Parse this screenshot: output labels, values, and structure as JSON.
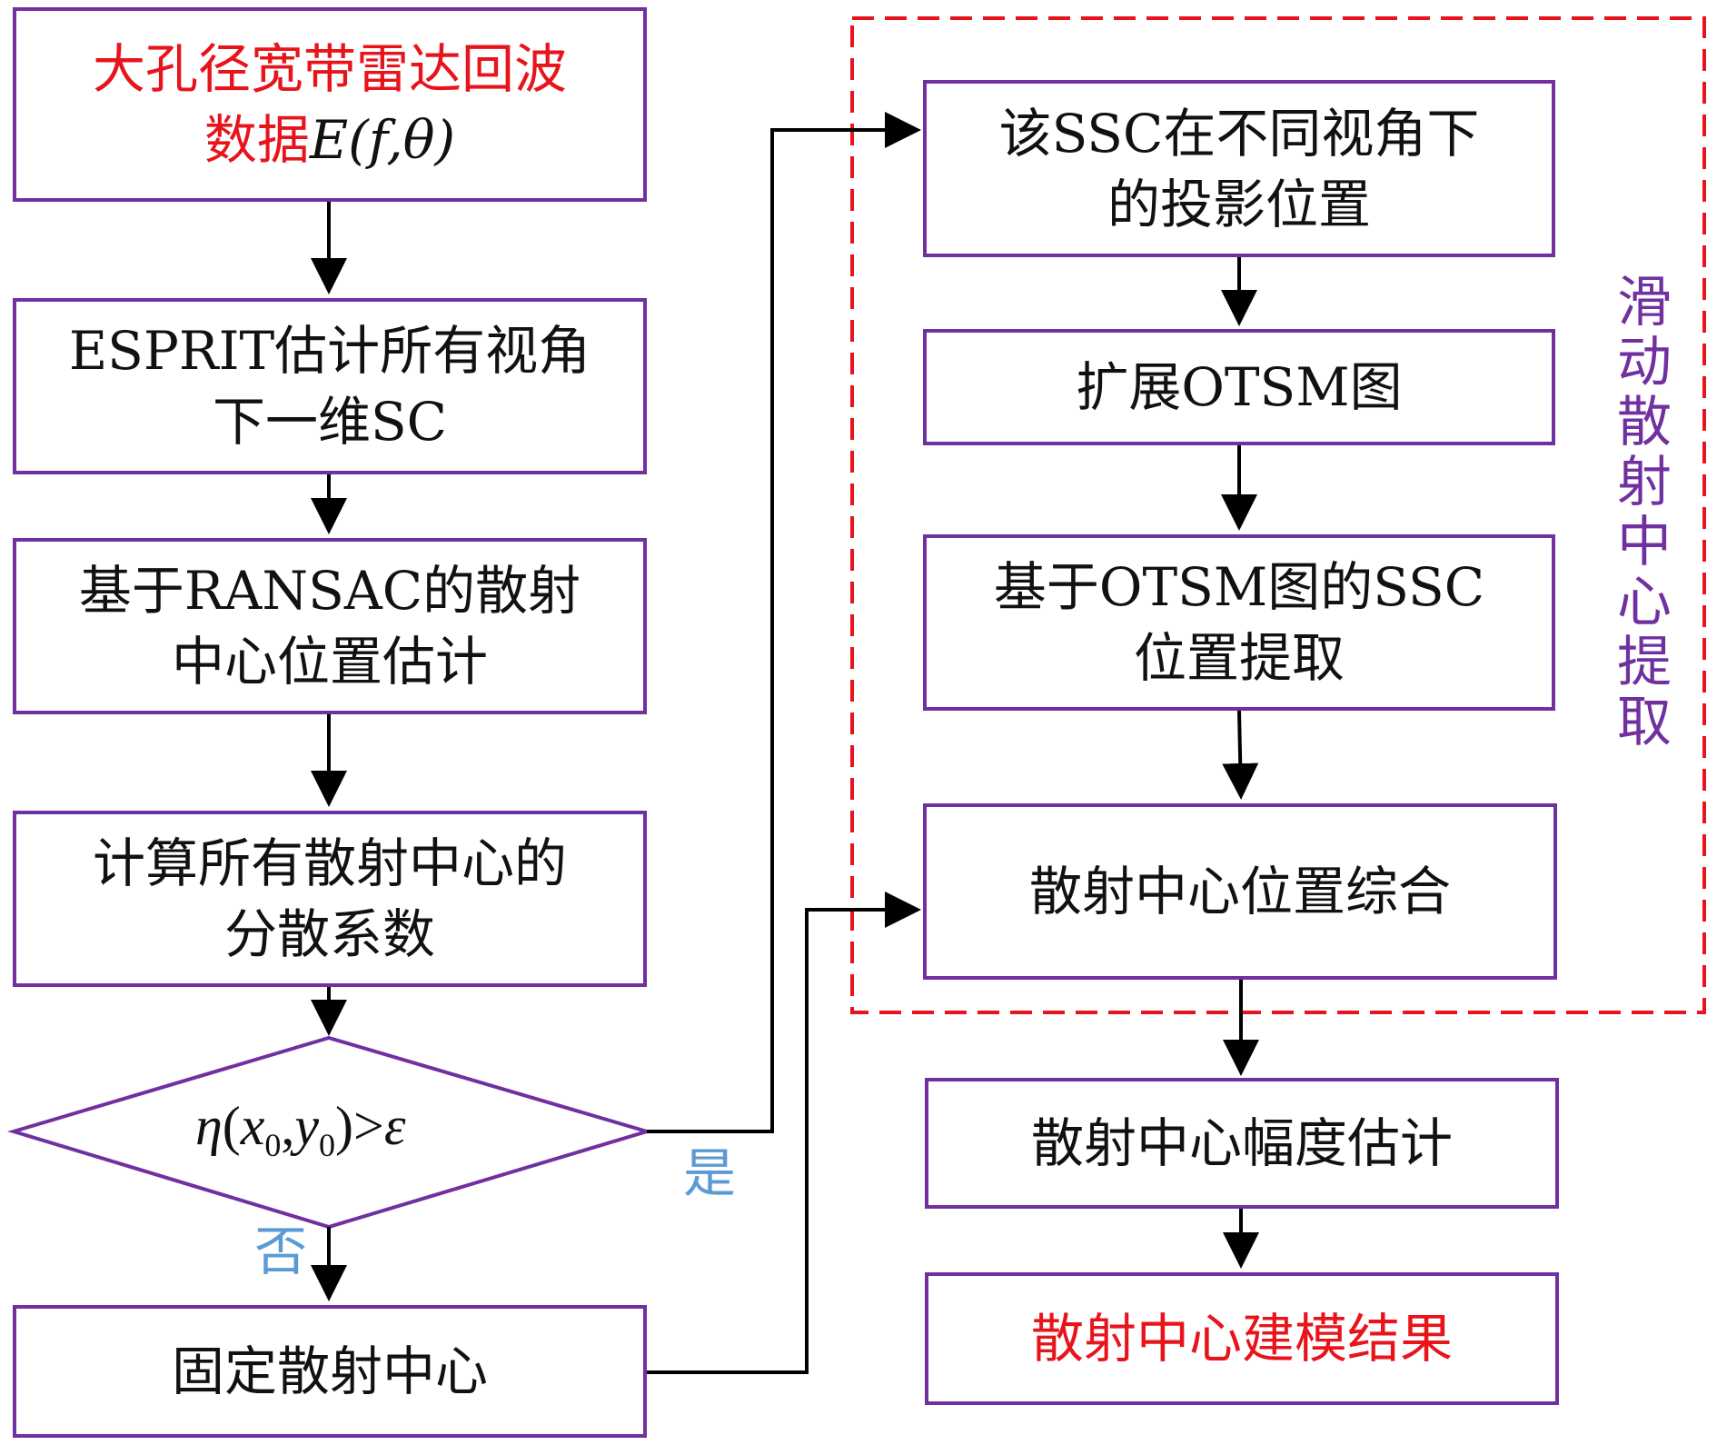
{
  "left": {
    "b1": {
      "line1": "大孔径宽带雷达回波",
      "line2_text": "数据",
      "line2_math": "E(f,θ)"
    },
    "b2": {
      "line1": "ESPRIT估计所有视角",
      "line2": "下一维SC"
    },
    "b3": {
      "line1": "基于RANSAC的散射",
      "line2": "中心位置估计"
    },
    "b4": {
      "line1": "计算所有散射中心的",
      "line2": "分散系数"
    },
    "decision": {
      "eta": "η",
      "x": "x",
      "y": "y",
      "sub": "0",
      "op": ">",
      "eps": "ε"
    },
    "b5": {
      "line1": "固定散射中心"
    }
  },
  "labels": {
    "yes": "是",
    "no": "否"
  },
  "right": {
    "r1": {
      "line1": "该SSC在不同视角下",
      "line2": "的投影位置"
    },
    "r2": {
      "line1": "扩展OTSM图"
    },
    "r3": {
      "line1": "基于OTSM图的SSC",
      "line2": "位置提取"
    },
    "r4": {
      "line1": "散射中心位置综合"
    },
    "r5": {
      "line1": "散射中心幅度估计"
    },
    "r6": {
      "line1": "散射中心建模结果"
    }
  },
  "group_label": [
    "滑",
    "动",
    "散",
    "射",
    "中",
    "心",
    "提",
    "取"
  ],
  "colors": {
    "box_border": "#7030a0",
    "highlight_text": "#e8141c",
    "branch_label": "#5b9bd5",
    "dashed_group": "#e8141c"
  }
}
